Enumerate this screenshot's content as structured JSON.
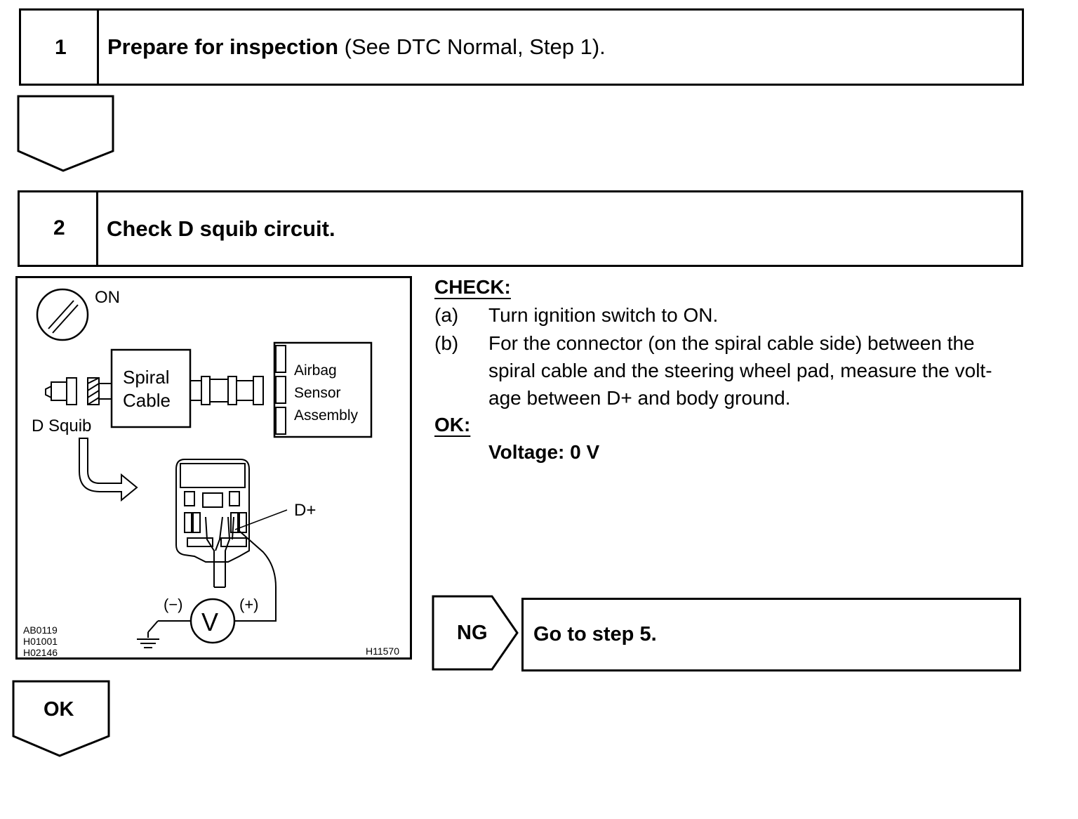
{
  "step1": {
    "number": "1",
    "title_bold": "Prepare for inspection",
    "title_rest": " (See DTC Normal, Step 1)."
  },
  "step2": {
    "number": "2",
    "title": "Check D squib circuit."
  },
  "figure": {
    "on_label": "ON",
    "spiral_cable_line1": "Spiral",
    "spiral_cable_line2": "Cable",
    "airbag_line1": "Airbag",
    "airbag_line2": "Sensor",
    "airbag_line3": "Assembly",
    "d_squib": "D Squib",
    "d_plus": "D+",
    "minus": "(−)",
    "plus": "(+)",
    "voltmeter": "V",
    "codes": [
      "AB0119",
      "H01001",
      "H02146"
    ],
    "figure_id": "H11570"
  },
  "check": {
    "heading": "CHECK:",
    "items": [
      {
        "label": "(a)",
        "lines": [
          "Turn ignition switch to ON."
        ]
      },
      {
        "label": "(b)",
        "lines": [
          "For the connector (on the spiral cable side) between the",
          "spiral cable and the steering wheel pad, measure the volt-",
          "age between D+ and body ground."
        ]
      }
    ],
    "ok_heading": "OK:",
    "ok_value": "Voltage: 0 V"
  },
  "ng": {
    "label": "NG",
    "action": "Go to step 5."
  },
  "ok_arrow": {
    "label": "OK"
  }
}
